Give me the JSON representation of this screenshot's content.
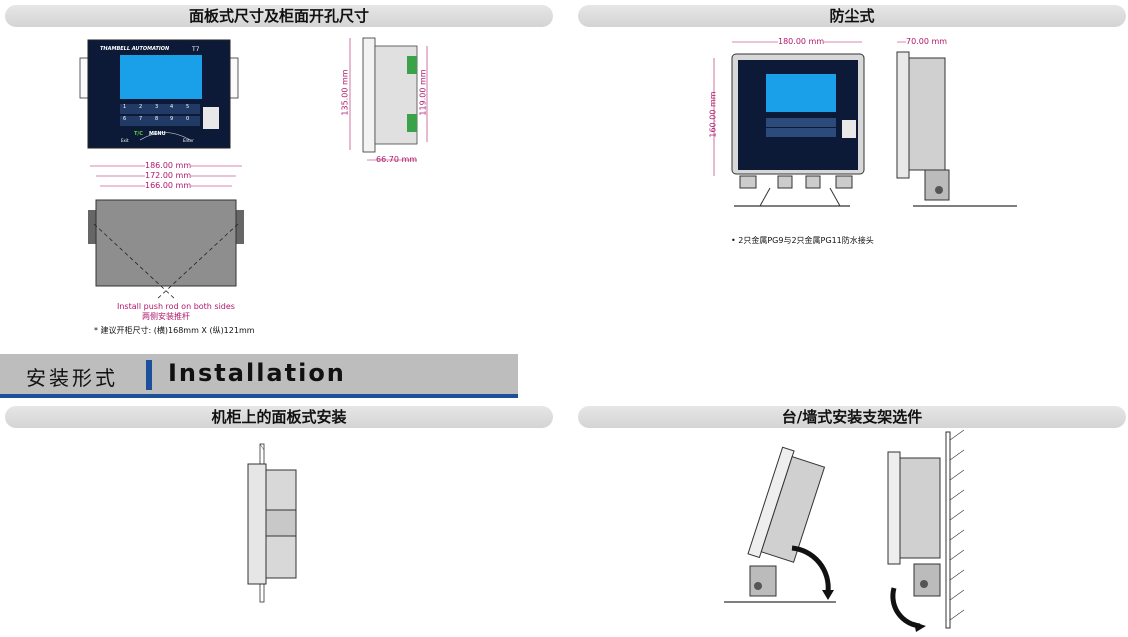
{
  "sections": {
    "panel_dims_title": "面板式尺寸及柜面开孔尺寸",
    "dustproof_title": "防尘式",
    "panel_mount_title": "机柜上的面板式安装",
    "stand_title": "台/墙式安装支架选件"
  },
  "installation": {
    "cn": "安装形式",
    "en": "Installation"
  },
  "device": {
    "brand": "THAMBELL AUTOMATION",
    "model": "T7",
    "keys": [
      "1",
      "2",
      "3",
      "4",
      "5",
      "6",
      "7",
      "8",
      "9",
      "0"
    ],
    "tc_label": "T/C",
    "menu_label": "MENU",
    "exit_label": "Exit",
    "enter_label": "Enter"
  },
  "dims": {
    "height_outer": "135.00 mm",
    "height_inner": "119.00 mm",
    "depth": "66.70 mm",
    "w186": "186.00 mm",
    "w172": "172.00 mm",
    "w166": "166.00 mm",
    "dust_width": "180.00 mm",
    "dust_depth": "70.00 mm",
    "dust_height": "160.00 mm"
  },
  "notes": {
    "push_rod_en": "Install push rod on both sides",
    "push_rod_cn": "两侧安装推杆",
    "cutout": "* 建议开柜尺寸: (横)168mm X (纵)121mm",
    "dust_note": "• 2只金属PG9与2只金属PG11防水接头"
  },
  "colors": {
    "accent": "#1d4f9a",
    "dimension": "#b0176b",
    "screen": "#1aa0e8",
    "panel": "#0c1a38"
  }
}
